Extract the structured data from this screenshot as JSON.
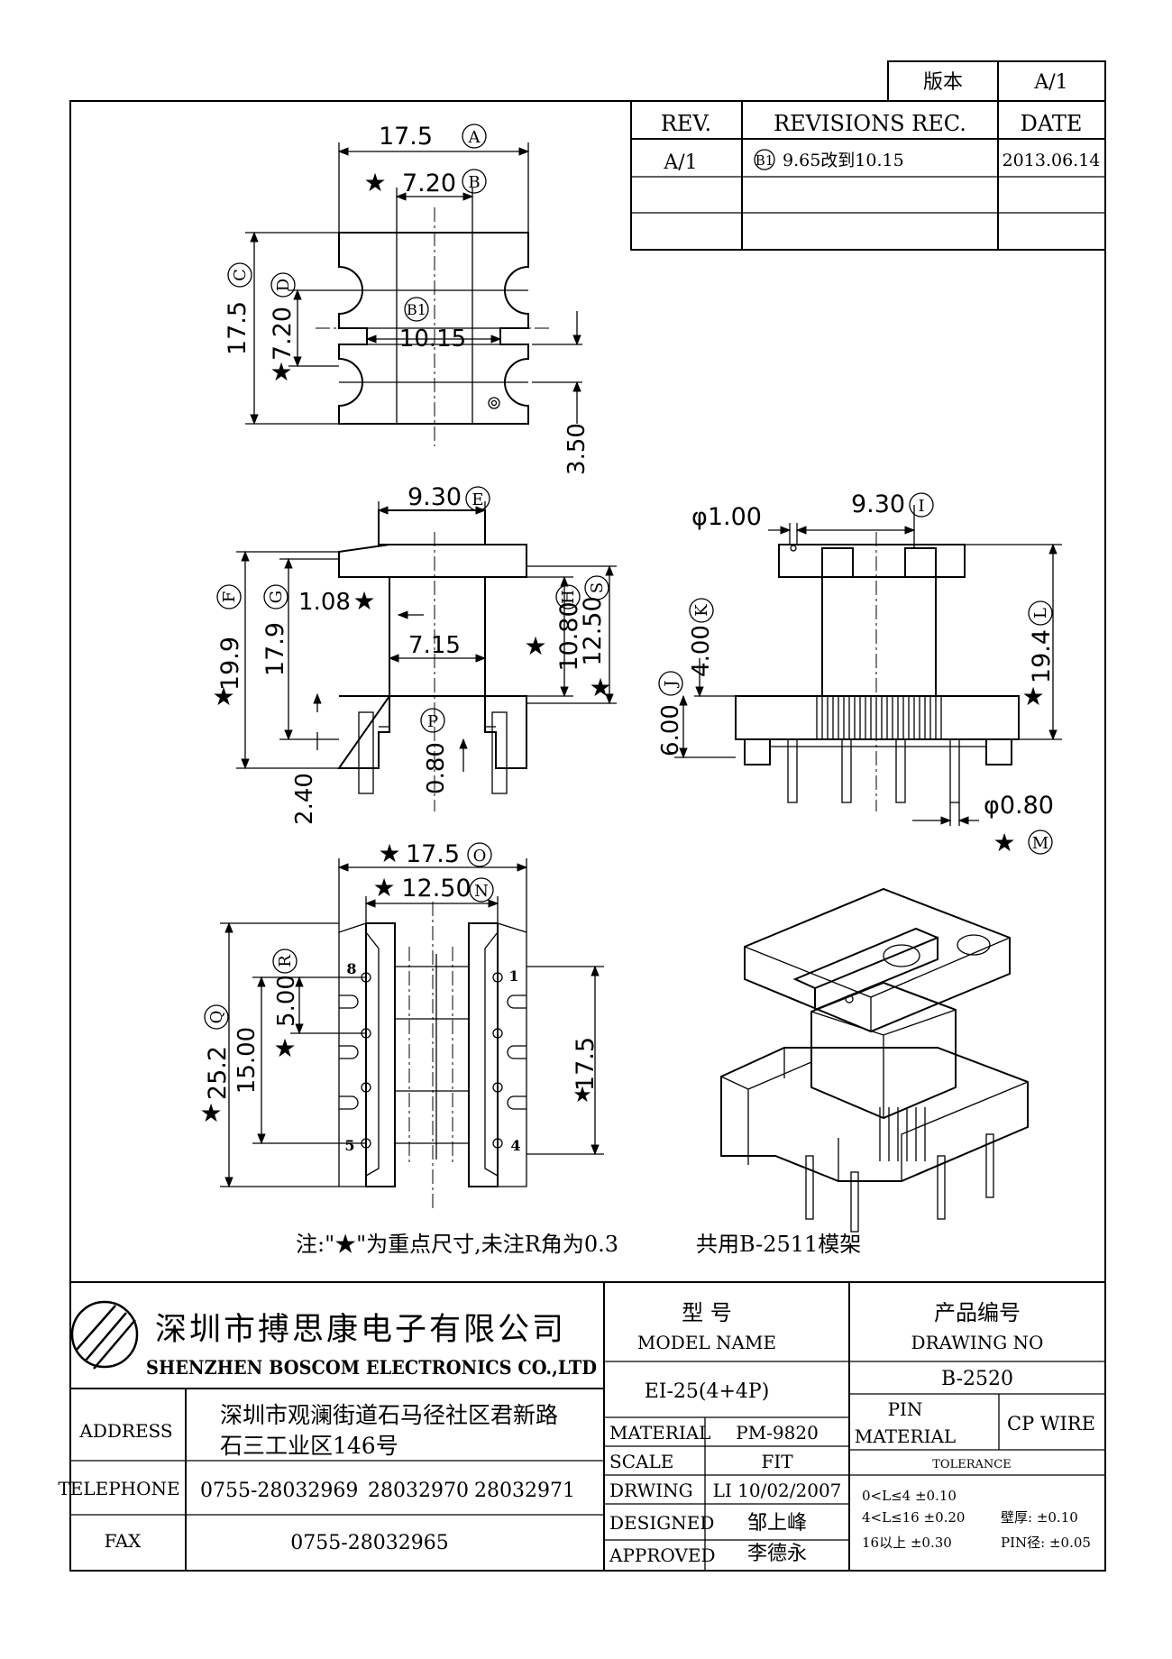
{
  "version_box": {
    "label": "版本",
    "value": "A/1"
  },
  "revisions": {
    "headers": {
      "rev": "REV.",
      "rec": "REVISIONS REC.",
      "date": "DATE"
    },
    "rows": [
      {
        "rev": "A/1",
        "tag": "B1",
        "text": "9.65改到10.15",
        "date": "2013.06.14"
      }
    ]
  },
  "top_view": {
    "width": "17.5",
    "width_tag": "A",
    "inner": "7.20",
    "inner_tag": "B",
    "height": "17.5",
    "height_tag": "C",
    "slot": "7.20",
    "slot_tag": "D",
    "center_tag": "B1",
    "center": "10.15",
    "offset": "3.50"
  },
  "front_view": {
    "top_w": "9.30",
    "top_w_tag": "E",
    "total_h": "19.9",
    "total_h_tag": "F",
    "body_h": "17.9",
    "body_h_tag": "G",
    "step": "1.08",
    "core": "7.15",
    "inner_h": "10.80",
    "inner_h_tag": "H",
    "outer_h": "12.50",
    "outer_h_tag": "S",
    "pin_tag": "P",
    "pin_gap": "0.80",
    "pin_len": "2.40"
  },
  "side_view": {
    "hole": "φ1.00",
    "width": "9.30",
    "width_tag": "I",
    "flange": "4.00",
    "flange_tag": "K",
    "base": "6.00",
    "base_tag": "J",
    "height": "19.4",
    "height_tag": "L",
    "pin_d": "φ0.80",
    "pin_tag": "M"
  },
  "bottom_view": {
    "width": "17.5",
    "width_tag": "O",
    "inner": "12.50",
    "inner_tag": "N",
    "length": "25.2",
    "length_tag": "Q",
    "pitch": "5.00",
    "pitch_tag": "R",
    "span": "15.00",
    "side": "17.5",
    "pins": {
      "p1": "1",
      "p4": "4",
      "p5": "5",
      "p8": "8"
    }
  },
  "note": "注:\"★\"为重点尺寸,未注R角为0.3",
  "shared": "共用B-2511模架",
  "title_block": {
    "company_cn": "深圳市搏思康电子有限公司",
    "company_en": "SHENZHEN BOSCOM ELECTRONICS CO.,LTD",
    "address_label": "ADDRESS",
    "address_1": "深圳市观澜街道石马径社区君新路",
    "address_2": "石三工业区146号",
    "telephone_label": "TELEPHONE",
    "tel_1": "0755-28032969",
    "tel_2": "28032970",
    "tel_3": "28032971",
    "fax_label": "FAX",
    "fax": "0755-28032965",
    "model_cn": "型    号",
    "model_en": "MODEL NAME",
    "model": "EI-25(4+4P)",
    "drawing_cn": "产品编号",
    "drawing_en": "DRAWING NO",
    "drawing_no": "B-2520",
    "material_label": "MATERIAL",
    "material": "PM-9820",
    "pin_material_1": "PIN",
    "pin_material_2": "MATERIAL",
    "pin_material": "CP WIRE",
    "scale_label": "SCALE",
    "scale": "FIT",
    "drwing_label": "DRWING",
    "drwing": "LI 10/02/2007",
    "designed_label": "DESIGNED",
    "designed": "邹上峰",
    "approved_label": "APPROVED",
    "approved": "李德永",
    "tolerance_label": "TOLERANCE",
    "tol_1": "0<L≤4  ±0.10",
    "tol_2": "4<L≤16  ±0.20",
    "tol_3": "16以上    ±0.30",
    "wall": "壁厚:  ±0.10",
    "pin_dia": "PIN径: ±0.05"
  }
}
